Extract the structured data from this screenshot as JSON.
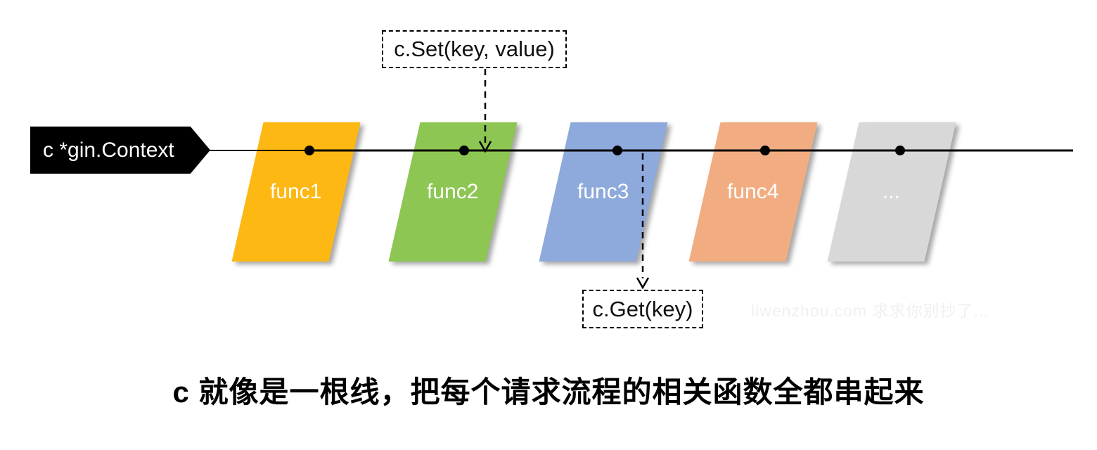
{
  "pipeline": {
    "context_label": "c *gin.Context",
    "handlers": [
      {
        "label": "func1",
        "color": "#FDB813"
      },
      {
        "label": "func2",
        "color": "#8DC653"
      },
      {
        "label": "func3",
        "color": "#8EA9DB"
      },
      {
        "label": "func4",
        "color": "#F1AD81"
      },
      {
        "label": "...",
        "color": "#D8D8D8"
      }
    ]
  },
  "annotations": {
    "set_call": "c.Set(key, value)",
    "get_call": "c.Get(key)"
  },
  "watermark": "liwenzhou.com  求求你别抄了...",
  "caption": "c 就像是一根线，把每个请求流程的相关函数全都串起来",
  "colors": {
    "context_label_bg": "#000000",
    "context_label_text": "#ffffff",
    "line": "#000000",
    "annotation_border": "#000000",
    "caption_text": "#000000",
    "watermark_text": "#f0f0f0",
    "background": "#ffffff"
  }
}
